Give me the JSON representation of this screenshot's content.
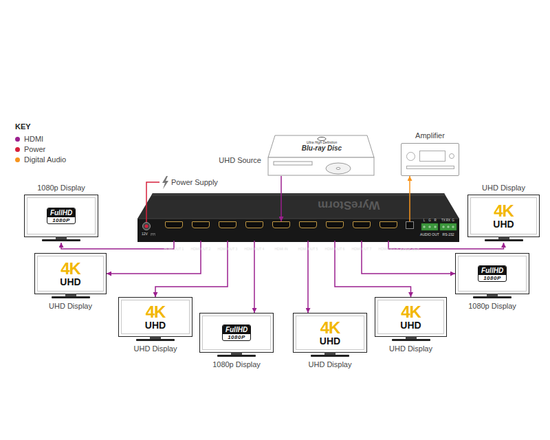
{
  "diagram": {
    "nodes": [
      {
        "text": [
          "UHD Source",
          "Ultra High Definition",
          "Blu-ray Disc"
        ]
      },
      {
        "text": [
          "Amplifier"
        ]
      },
      {
        "text": [
          "WyreStorm"
        ]
      },
      {
        "text": [
          "HDMI OUT 1"
        ],
        "in": 2
      },
      {
        "text": [
          "HDMI OUT 2"
        ],
        "in": 2
      },
      {
        "text": [
          "HDMI OUT 3"
        ],
        "in": 2
      },
      {
        "text": [
          "HDMI OUT 4"
        ],
        "in": 2
      },
      {
        "text": [
          "HDMI IN"
        ],
        "in": 2
      },
      {
        "text": [
          "HDMI OUT 5"
        ],
        "in": 2
      },
      {
        "text": [
          "HDMI OUT 6"
        ],
        "in": 2
      },
      {
        "text": [
          "HDMI OUT 7"
        ],
        "in": 2
      },
      {
        "text": [
          "HDMI OUT 8"
        ],
        "in": 2
      },
      {
        "text": [
          "S/PDIF OUT"
        ],
        "in": 2
      },
      {
        "text": [
          "1080p Display",
          "FullHD",
          "1080P"
        ]
      },
      {
        "text": [
          "UHD Display",
          "4K",
          "UHD"
        ]
      },
      {
        "text": [
          "UHD Display",
          "4K",
          "UHD"
        ]
      },
      {
        "text": [
          "1080p Display",
          "FullHD",
          "1080P"
        ]
      },
      {
        "text": [
          "UHD Display",
          "4K",
          "UHD"
        ]
      },
      {
        "text": [
          "UHD Display",
          "4K",
          "UHD"
        ]
      },
      {
        "text": [
          "1080p Display",
          "FullHD",
          "1080P"
        ]
      },
      {
        "text": [
          "UHD Display",
          "4K",
          "UHD"
        ]
      }
    ],
    "edges": [
      {
        "from": 0,
        "to": 7,
        "arrow": "to"
      },
      {
        "from": 12,
        "to": 1,
        "arrow": "to"
      },
      {
        "from": 3,
        "to": 13,
        "arrow": "to"
      },
      {
        "from": 4,
        "to": 15,
        "arrow": "to"
      },
      {
        "from": 5,
        "to": 17,
        "arrow": "to"
      },
      {
        "from": 6,
        "to": 19,
        "arrow": "to"
      },
      {
        "from": 8,
        "to": 20,
        "arrow": "to"
      },
      {
        "from": 9,
        "to": 18,
        "arrow": "to"
      },
      {
        "from": 10,
        "to": 16,
        "arrow": "to"
      },
      {
        "from": 11,
        "to": 14,
        "arrow": "to"
      }
    ],
    "labels": [
      "KEY",
      "Power Supply",
      "12V",
      "L",
      "G",
      "R",
      "AUDIO OUT",
      "TX",
      "RX",
      "G",
      "RS-232"
    ],
    "legend": [
      {
        "text": "HDMI",
        "color": "#9b1f8e"
      },
      {
        "text": "Power",
        "color": "#d6203b"
      },
      {
        "text": "Digital Audio",
        "color": "#f7941d"
      }
    ]
  }
}
